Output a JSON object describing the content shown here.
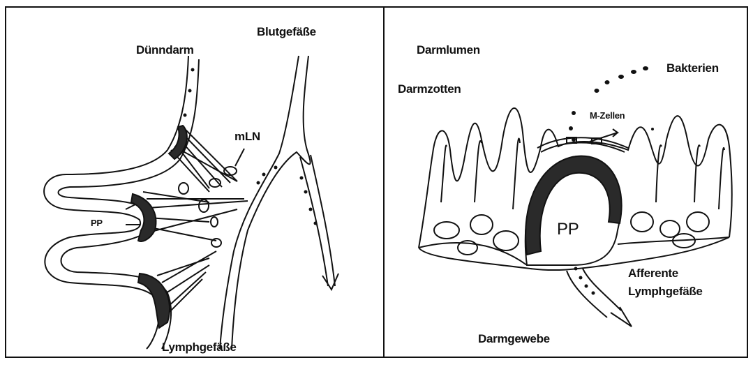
{
  "left_panel": {
    "labels": {
      "small_intestine": "Dünndarm",
      "blood_vessels": "Blutgefäße",
      "mln": "mLN",
      "pp": "PP",
      "lymph_vessels": "Lymphgefäße"
    }
  },
  "right_panel": {
    "labels": {
      "intestinal_lumen": "Darmlumen",
      "bacteria": "Bakterien",
      "villi": "Darmzotten",
      "m_cells": "M-Zellen",
      "pp": "PP",
      "afferent_line1": "Afferente",
      "afferent_line2": "Lymphgefäße",
      "intestinal_tissue": "Darmgewebe"
    }
  },
  "colors": {
    "ink": "#111111",
    "background": "#ffffff",
    "patch_fill": "#2a2a2a"
  }
}
